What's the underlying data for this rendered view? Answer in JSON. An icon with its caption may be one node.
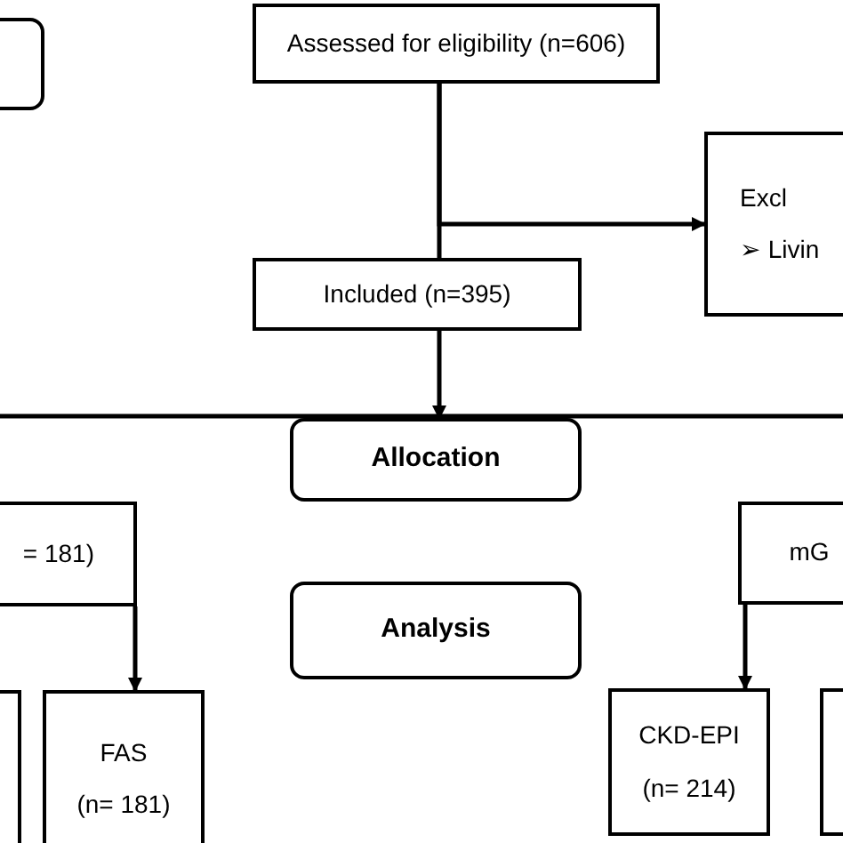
{
  "diagram": {
    "nodes": [
      {
        "text": [],
        "shape": "box"
      },
      {
        "text": [
          "Assessed for eligibility (n=606)"
        ]
      },
      {
        "text": [
          "Excl",
          "➢ Livin"
        ]
      },
      {
        "text": [
          "Included (n=395)"
        ]
      },
      {
        "text": [
          "Allocation"
        ]
      },
      {
        "text": [
          "= 181)"
        ]
      },
      {
        "text": [
          "mG"
        ]
      },
      {
        "text": [
          "Analysis"
        ]
      },
      {
        "text": [],
        "shape": "box"
      },
      {
        "text": [
          "FAS",
          "(n= 181)"
        ]
      },
      {
        "text": [
          "CKD-EPI",
          "(n= 214)"
        ]
      },
      {
        "text": [],
        "shape": "box"
      }
    ],
    "edges": [
      {
        "from": 1,
        "to": 3,
        "arrow": "none"
      },
      {
        "from": 1,
        "to": 2,
        "arrow": "to"
      },
      {
        "from": 3,
        "to": 4,
        "arrow": "to"
      },
      {
        "from": 5,
        "to": 9,
        "arrow": "to"
      },
      {
        "from": 6,
        "to": 10,
        "arrow": "to"
      }
    ]
  }
}
